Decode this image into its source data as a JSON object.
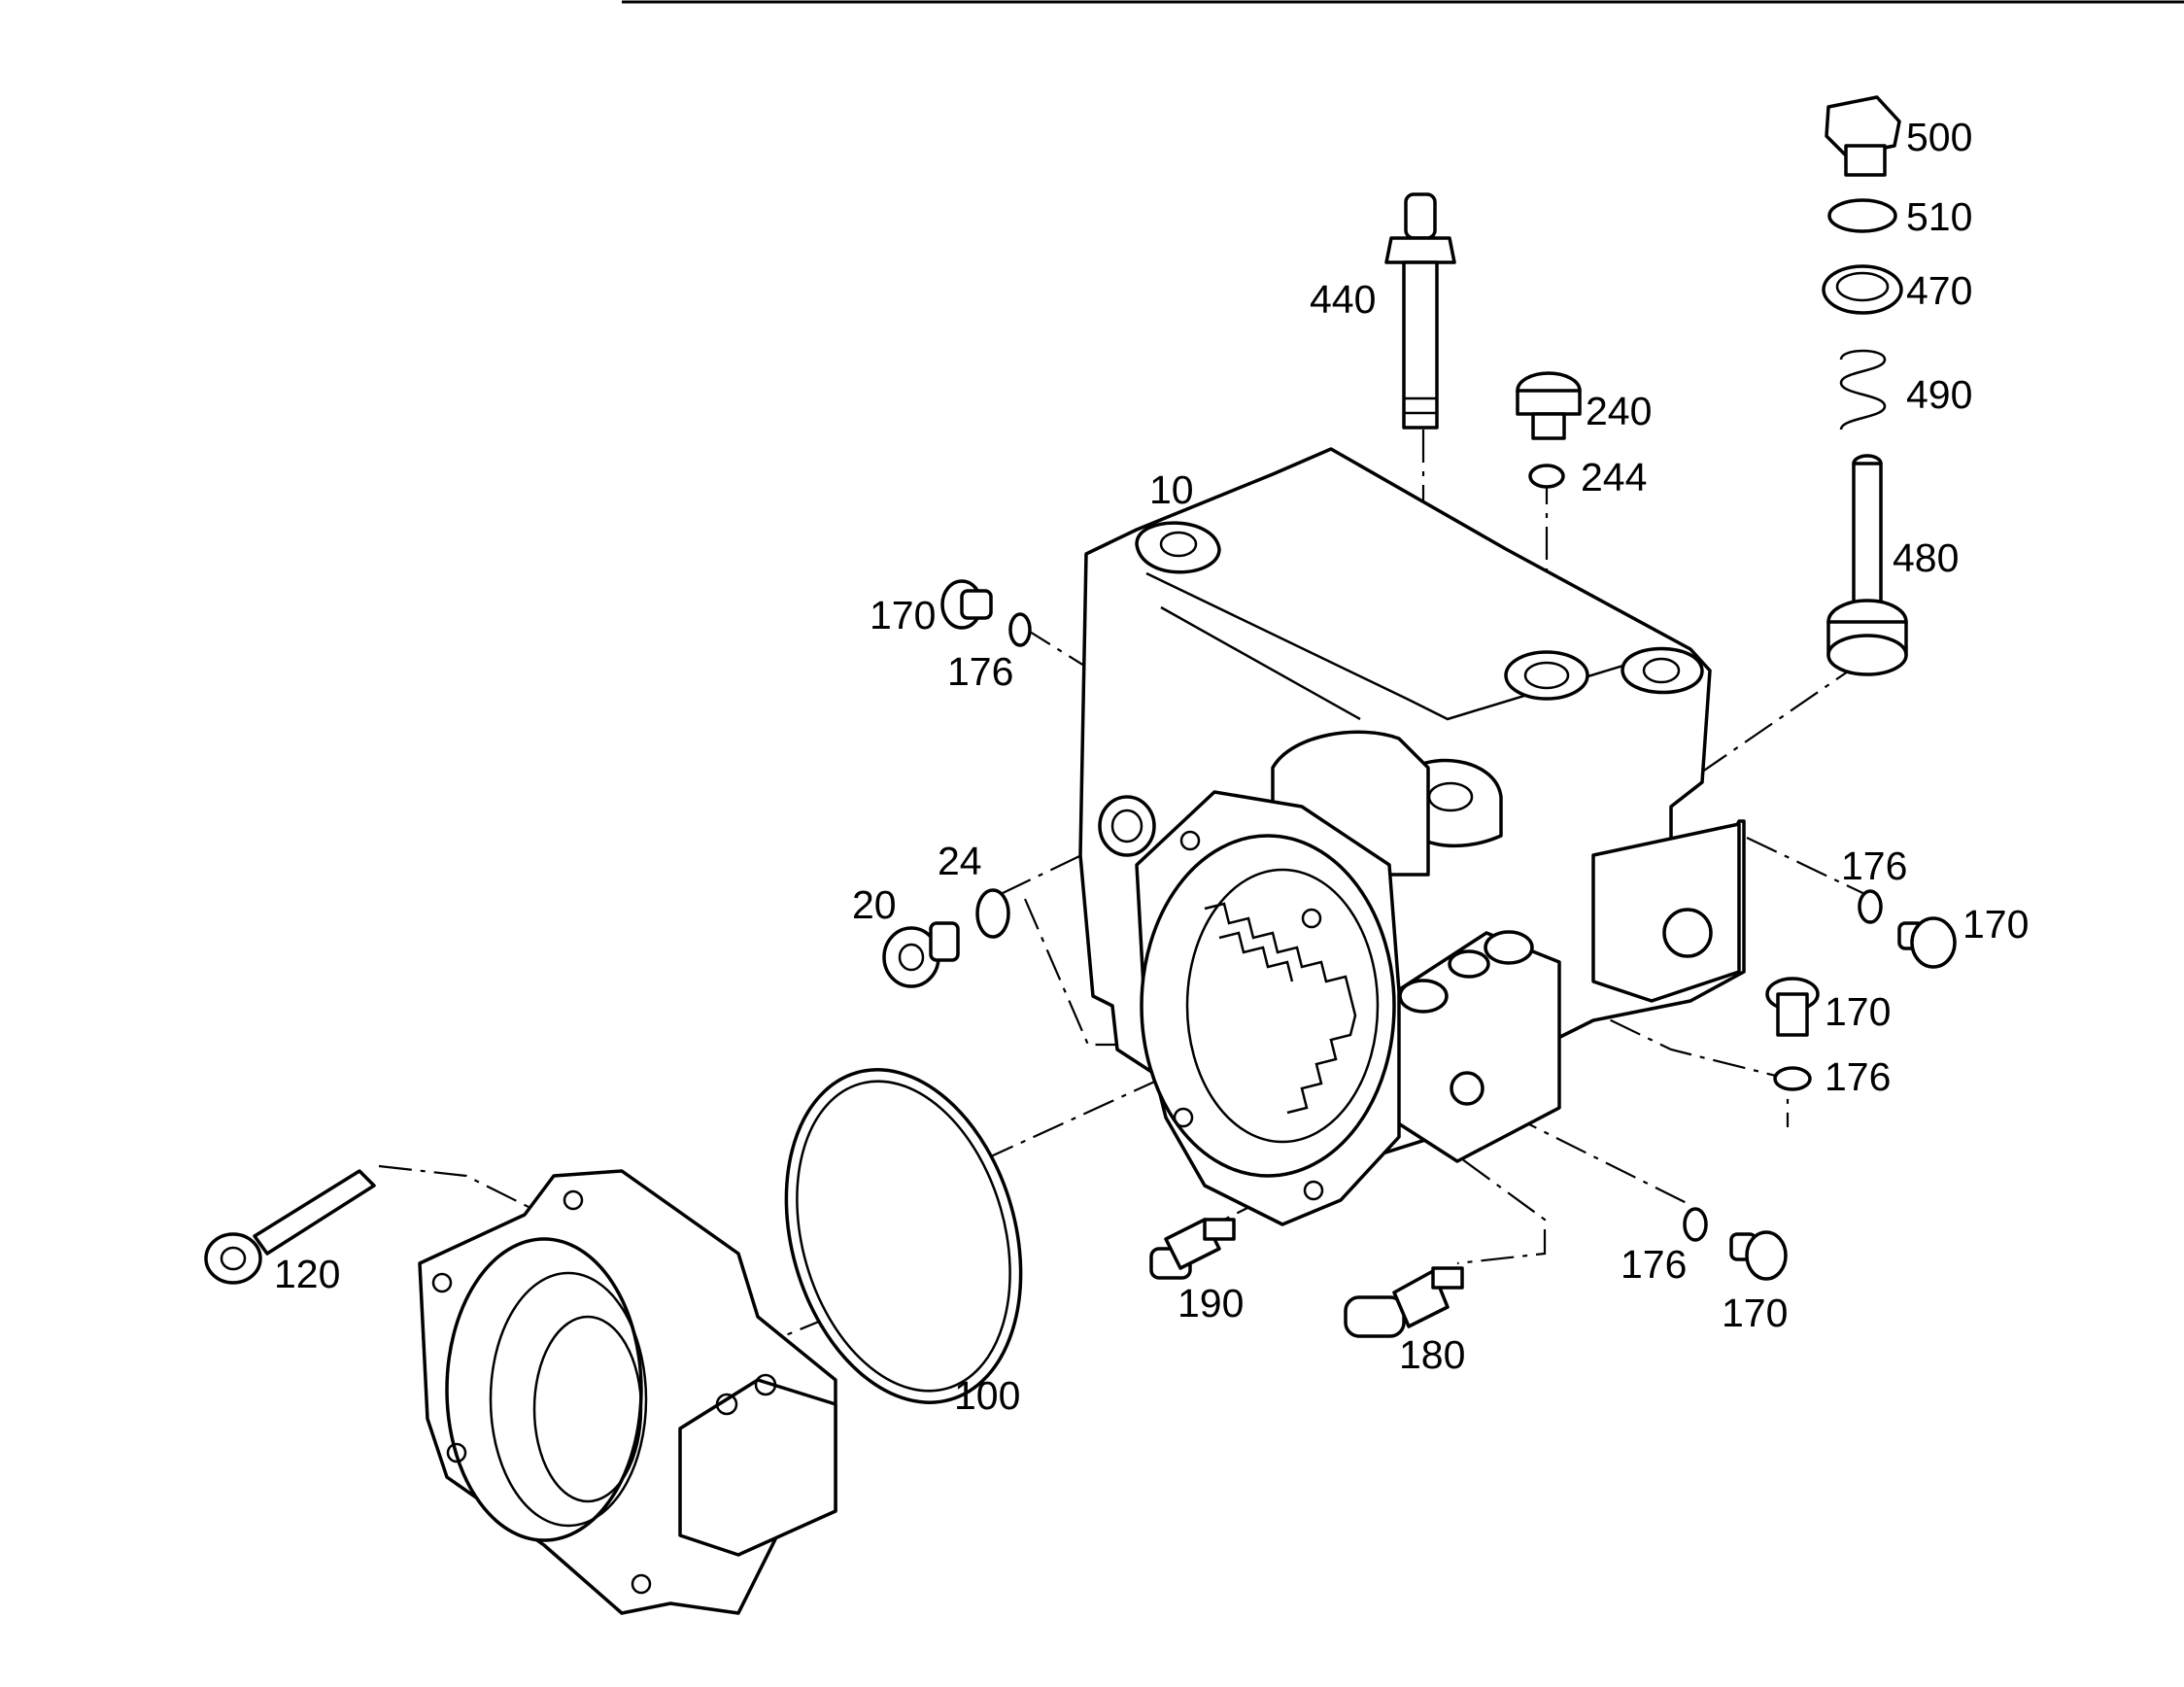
{
  "callouts": {
    "c10": "10",
    "c20": "20",
    "c24": "24",
    "c100": "100",
    "c120": "120",
    "c170a": "170",
    "c170b": "170",
    "c170c": "170",
    "c170d": "170",
    "c176a": "176",
    "c176b": "176",
    "c176c": "176",
    "c176d": "176",
    "c180": "180",
    "c190": "190",
    "c240": "240",
    "c244": "244",
    "c440": "440",
    "c470": "470",
    "c480": "480",
    "c490": "490",
    "c500": "500",
    "c510": "510"
  }
}
